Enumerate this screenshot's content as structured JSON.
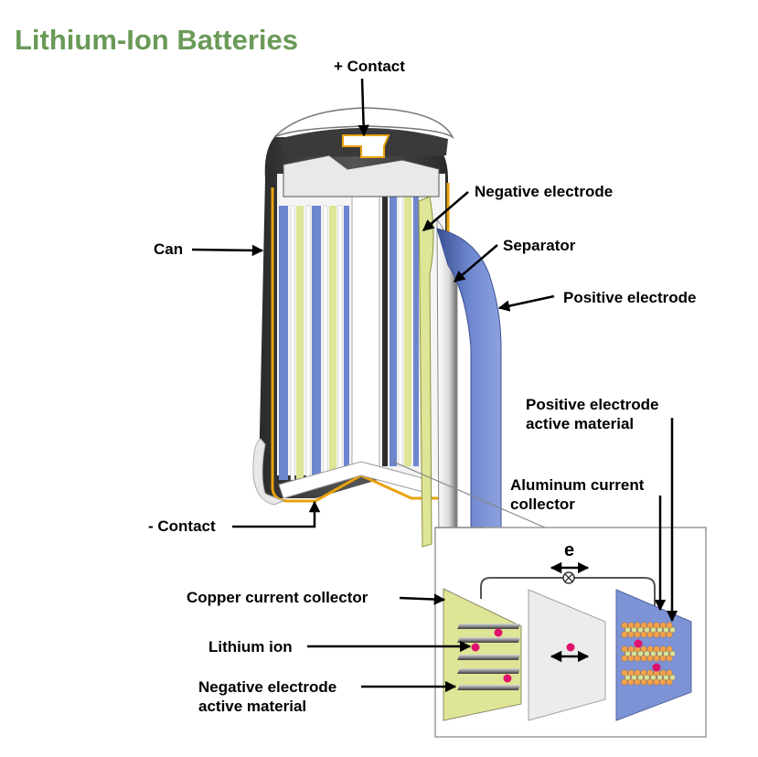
{
  "title": "Lithium-Ion Batteries",
  "colors": {
    "title": "#6a9a58",
    "can": "#3c3c3c",
    "insulator": "#e8a20c",
    "positive_electrode": "#6d86cf",
    "negative_electrode": "#dfe596",
    "separator": "#f2f2f2",
    "lithium_ion": "#e0126e",
    "positive_active_orange": "#f2a24e",
    "positive_active_green": "#d4e39a",
    "graphite": "#8a8a8a",
    "inset_border": "#9a9a9a"
  },
  "labels": {
    "plus_contact": "+ Contact",
    "can": "Can",
    "negative_electrode": "Negative electrode",
    "separator": "Separator",
    "positive_electrode": "Positive electrode",
    "positive_active_material_line1": "Positive electrode",
    "positive_active_material_line2": "active material",
    "aluminum_collector_line1": "Aluminum current",
    "aluminum_collector_line2": "collector",
    "minus_contact": "- Contact",
    "copper_collector": "Copper current collector",
    "lithium_ion": "Lithium ion",
    "negative_active_material_line1": "Negative electrode",
    "negative_active_material_line2": "active material",
    "electron": "e"
  }
}
